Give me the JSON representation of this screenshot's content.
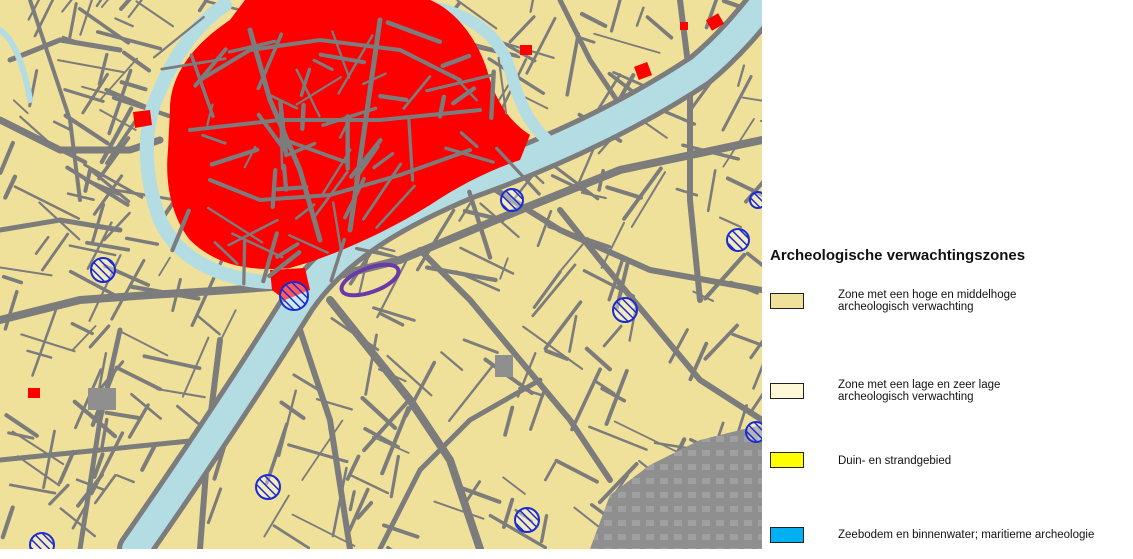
{
  "legend": {
    "title": "Archeologische verwachtingszones",
    "items": [
      {
        "line1": "Zone met een hoge en middelhoge",
        "line2": "archeologisch verwachting",
        "color": "#f0e19a"
      },
      {
        "line1": "Zone met een lage en zeer lage",
        "line2": "archeologisch verwachting",
        "color": "#fdf8d6"
      },
      {
        "line1": "Duin- en strandgebied",
        "line2": "",
        "color": "#ffff00"
      },
      {
        "line1": "Zeebodem en binnenwater; maritieme archeologie",
        "line2": "",
        "color": "#00b0f0"
      }
    ]
  },
  "map": {
    "colors": {
      "base": "#f0e19a",
      "roads": "#7c7c7c",
      "water": "#b3dde3",
      "historic_core": "#ff0000",
      "hatch": "#1a2bd1",
      "outline": "#6a3aa8",
      "built_area": "#8f8f8f"
    }
  }
}
